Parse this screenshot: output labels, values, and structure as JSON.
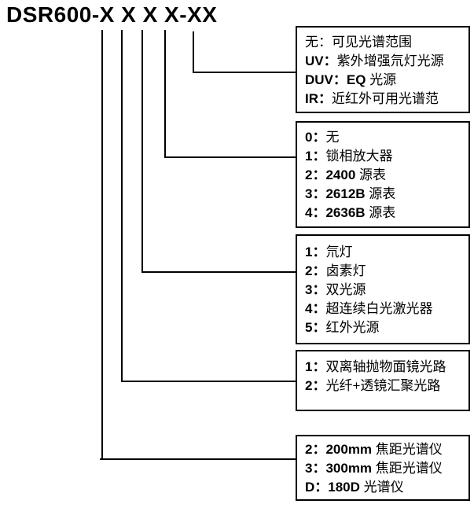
{
  "title": "DSR600-X X X X-XX",
  "colors": {
    "line": "#000000",
    "border": "#000000",
    "text": "#000000",
    "background": "#ffffff"
  },
  "boxes": [
    {
      "name": "spectral-range-suffix-options",
      "lines": [
        {
          "b": "",
          "t": "无：可见光谱范围"
        },
        {
          "b": "UV：",
          "t": "紫外增强氘灯光源"
        },
        {
          "b": "DUV：EQ ",
          "t": "光源"
        },
        {
          "b": "IR：",
          "t": "近红外可用光谱范"
        }
      ]
    },
    {
      "name": "electronics-options",
      "lines": [
        {
          "b": "0：",
          "t": "无"
        },
        {
          "b": "1：",
          "t": "锁相放大器"
        },
        {
          "b": "2：2400 ",
          "t": "源表"
        },
        {
          "b": "3：2612B ",
          "t": "源表"
        },
        {
          "b": "4：2636B ",
          "t": "源表"
        }
      ]
    },
    {
      "name": "light-source-options",
      "lines": [
        {
          "b": "1：",
          "t": "氘灯"
        },
        {
          "b": "2：",
          "t": "卤素灯"
        },
        {
          "b": "3：",
          "t": "双光源"
        },
        {
          "b": "4：",
          "t": "超连续白光激光器"
        },
        {
          "b": "5：",
          "t": "红外光源"
        }
      ]
    },
    {
      "name": "optical-path-options",
      "lines": [
        {
          "b": "1：",
          "t": "双离轴抛物面镜光路"
        },
        {
          "b": "2：",
          "t": "光纤+透镜汇聚光路"
        }
      ]
    },
    {
      "name": "spectrometer-options",
      "lines": [
        {
          "b": "2：200mm ",
          "t": "焦距光谱仪"
        },
        {
          "b": "3：300mm ",
          "t": "焦距光谱仪"
        },
        {
          "b": "D：180D ",
          "t": "光谱仪"
        }
      ]
    }
  ]
}
